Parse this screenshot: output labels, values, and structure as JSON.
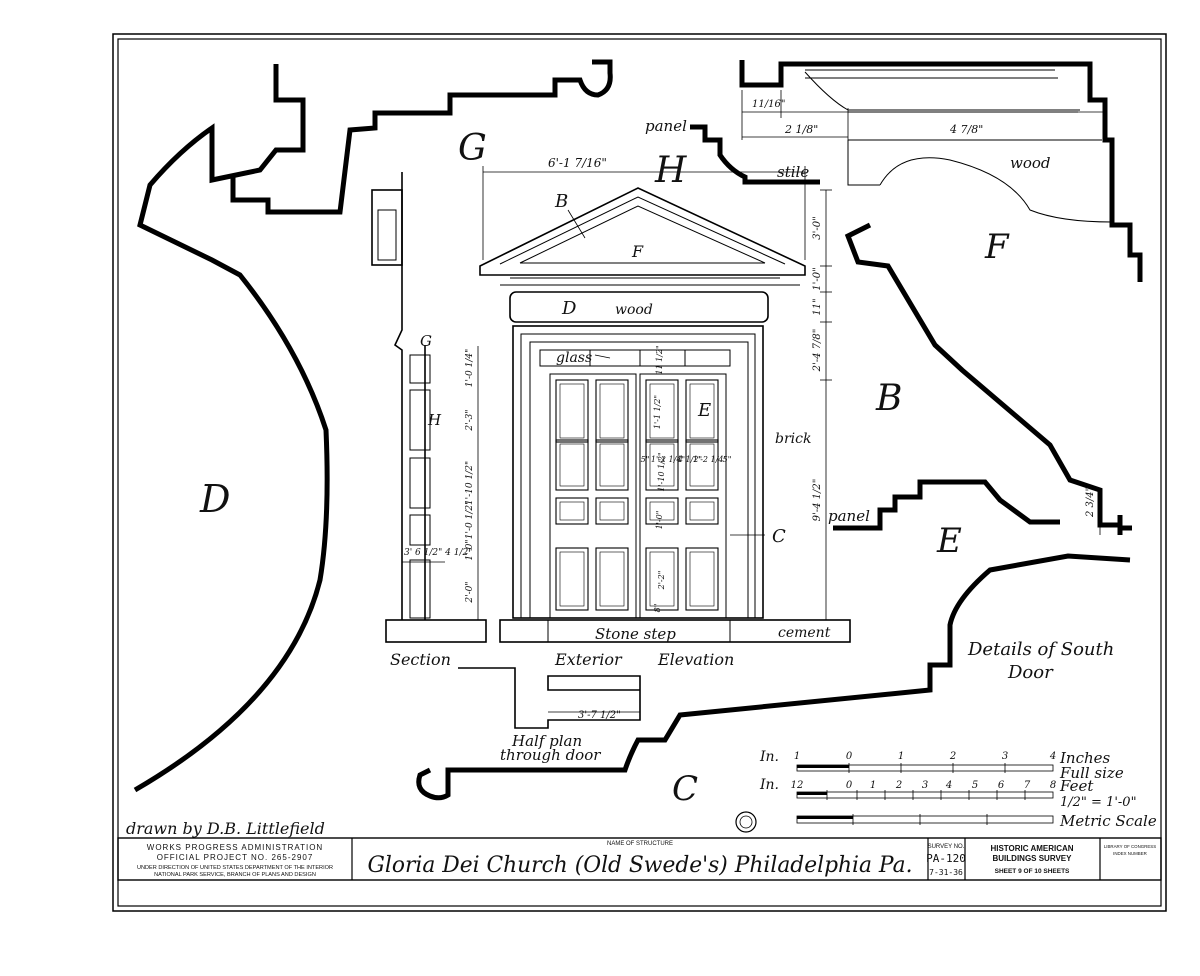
{
  "drawing": {
    "labels": {
      "G_top": "G",
      "H_top": "H",
      "F_right": "F",
      "B_right": "B",
      "E_right": "E",
      "C_bottom": "C",
      "D_left": "D",
      "panel_top": "panel",
      "stile": "stile",
      "wood_top": "wood",
      "panel_mid": "panel",
      "dim_11_16": "11/16\"",
      "dim_2_1_8": "2 1/8\"",
      "dim_4_7_8": "4 7/8\"",
      "dim_2_3_4": "2 3/4\""
    },
    "elevation": {
      "width_dim": "6'-1 7/16\"",
      "label_B": "B",
      "label_F": "F",
      "label_D": "D",
      "wood": "wood",
      "glass": "glass",
      "label_E": "E",
      "brick": "brick",
      "label_C": "C",
      "stone_step": "Stone step",
      "cement": "cement",
      "right_dims": [
        "3'-0\"",
        "1'-0\"",
        "11\"",
        "2'-4 7/8\"",
        "9'-4 1/2\""
      ],
      "panel_dims": [
        "1'-1 1/2\"",
        "1'-2 1/4\"",
        "4 1/2\"",
        "1'-2 1/4\"",
        "1'-10 1/2\"",
        "1'-0\"",
        "2'-2\"",
        "8\"",
        "5\"",
        "5\"",
        "11 1/2\""
      ]
    },
    "section": {
      "label_G": "G",
      "label_H": "H",
      "dims": [
        "1'-0 1/4\"",
        "2'-3\"",
        "1'-10 1/2\"",
        "1'-0 1/2\"",
        "1'-0\"",
        "2'-0\""
      ],
      "bottom_dim": "3' 6 1/2\" 4 1/2\""
    },
    "captions": {
      "section": "Section",
      "exterior": "Exterior",
      "elevation": "Elevation",
      "half_plan_1": "Half plan",
      "half_plan_2": "through door",
      "plan_dim": "3'-7 1/2\""
    },
    "details_title": [
      "Details of South",
      "Door"
    ],
    "scales": {
      "row1_prefix": "In.",
      "row1_ticks": [
        "1",
        "0",
        "1",
        "2",
        "3",
        "4"
      ],
      "row1_label_1": "Inches",
      "row1_label_2": "Full size",
      "row2_prefix": "In.",
      "row2_ticks": [
        "12",
        "0",
        "1",
        "2",
        "3",
        "4",
        "5",
        "6",
        "7",
        "8"
      ],
      "row2_label_1": "Feet",
      "row2_label_2": "1/2\" = 1'-0\"",
      "metric_label": "Metric Scale"
    },
    "drawn_by": "drawn by D.B. Littlefield"
  },
  "title_block": {
    "wpa_line1": "WORKS PROGRESS ADMINISTRATION",
    "wpa_line2": "OFFICIAL PROJECT NO. 265-2907",
    "wpa_line3": "UNDER DIRECTION OF UNITED STATES DEPARTMENT OF THE INTERIOR",
    "wpa_line4": "NATIONAL PARK SERVICE, BRANCH OF PLANS AND DESIGN",
    "name_caption": "NAME OF STRUCTURE",
    "structure_name": "Gloria Dei Church (Old Swede's) Philadelphia Pa.",
    "survey_caption": "SURVEY NO.",
    "survey_no": "PA-120",
    "survey_date": "7-31-36",
    "habs_line1": "HISTORIC AMERICAN",
    "habs_line2": "BUILDINGS SURVEY",
    "sheet_text": "SHEET 9 OF 10 SHEETS",
    "loc_line1": "LIBRARY OF CONGRESS",
    "loc_line2": "INDEX NUMBER"
  }
}
